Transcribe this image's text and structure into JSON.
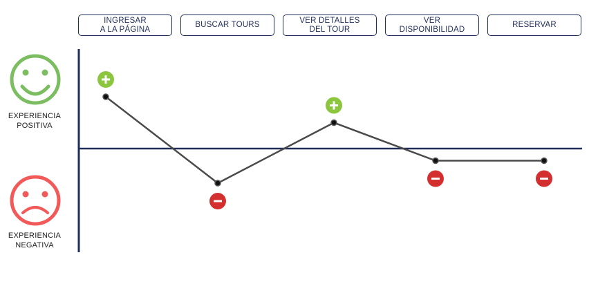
{
  "steps": [
    "INGRESAR\nA  LA PÁGINA",
    "BUSCAR TOURS",
    "VER DETALLES\nDEL TOUR",
    "VER\nDISPONIBILIDAD",
    "RESERVAR"
  ],
  "legend": {
    "positive_label": "EXPERIENCIA\nPOSITIVA",
    "negative_label": "EXPERIENCIA\nNEGATIVA"
  },
  "colors": {
    "positive": "#8cc63f",
    "negative": "#d32f2f",
    "happy_face": "#7bbd60",
    "sad_face": "#f25a5a",
    "axis": "#1f2d5a",
    "line": "#4a4a4a"
  },
  "chart_data": {
    "type": "line",
    "categories": [
      "INGRESAR A LA PÁGINA",
      "BUSCAR TOURS",
      "VER DETALLES DEL TOUR",
      "VER DISPONIBILIDAD",
      "RESERVAR"
    ],
    "values": [
      3,
      -2,
      1.5,
      -0.7,
      -0.7
    ],
    "sentiment": [
      "positive",
      "negative",
      "positive",
      "negative",
      "negative"
    ],
    "ylim": [
      -6,
      6
    ],
    "xlabel": "",
    "ylabel": ""
  }
}
